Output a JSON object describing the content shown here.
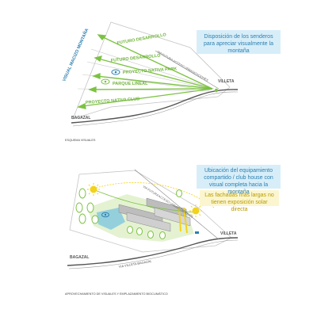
{
  "top": {
    "info_box": "Disposición de los senderos para apreciar visualmente la montaña",
    "labels": {
      "visual_macizo": "VISUAL MACIZO MONTAÑA",
      "futuro_desarrollo_1": "FUTURO DESARROLLO",
      "futuro_desarrollo_2": "FUTURO DESARROLLO",
      "proyecto_nativa_park": "PROYECTO NATIVA PARK",
      "parque_lineal": "PARQUE LINEAL",
      "proyecto_nativa_club": "PROYECTO NATIVA CLUB",
      "via_futura": "VIA FUTURA ACCESO URBANIZACIONES",
      "villeta": "VILLETA",
      "bagazal": "BAGAZAL",
      "caption": "ESQUEMA VISUALES"
    }
  },
  "bottom": {
    "info_box_1": "Ubicación del equipamiento compartido / club house con visual completa hacia la montaña",
    "info_box_2": "Las fachadas más largas no tienen exposición solar directa",
    "labels": {
      "via_futura": "VIA FUTURA ACCESO URBANIZACIONES",
      "villeta": "VILLETA",
      "bagazal": "BAGAZAL",
      "via_villeta_bagazal": "VIA VILLETA BAGAZAL",
      "caption": "APROVECHAMIENTO DE VISUALES Y EMPLAZAMIENTO BIOCLIMÁTICO"
    }
  },
  "colors": {
    "green": "#7cc242",
    "light_green": "#dff0c8",
    "blue": "#2c7fb0",
    "box_blue": "#d7eef9",
    "box_yellow": "#fbf6cf",
    "sun": "#f2d21b",
    "road": "#555555",
    "outline": "#bfbfbf"
  }
}
